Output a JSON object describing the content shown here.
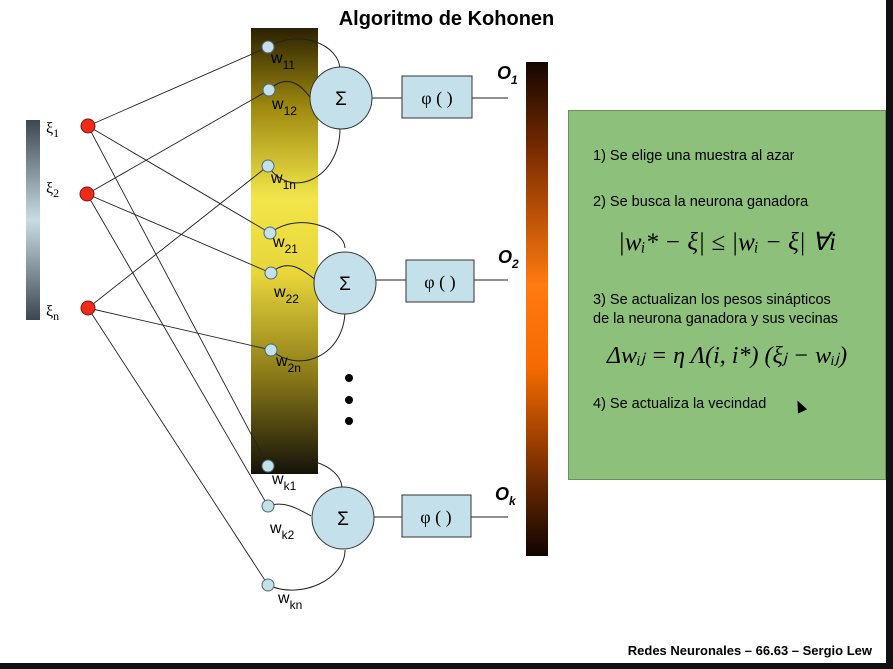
{
  "title": "Algoritmo de Kohonen",
  "footer": "Redes Neuronales – 66.63 – Sergio Lew",
  "inputs": [
    {
      "sym": "ξ",
      "sub": "1"
    },
    {
      "sym": "ξ",
      "sub": "2"
    },
    {
      "sym": "ξ",
      "sub": "n"
    }
  ],
  "weights": [
    {
      "base": "w",
      "sub": "11"
    },
    {
      "base": "w",
      "sub": "12"
    },
    {
      "base": "w",
      "sub": "1n"
    },
    {
      "base": "w",
      "sub": "21"
    },
    {
      "base": "w",
      "sub": "22"
    },
    {
      "base": "w",
      "sub": "2n"
    },
    {
      "base": "w",
      "sub": "k1"
    },
    {
      "base": "w",
      "sub": "k2"
    },
    {
      "base": "w",
      "sub": "kn"
    }
  ],
  "sum_symbol": "Σ",
  "activation": "φ ( )",
  "outputs": [
    {
      "base": "O",
      "sub": "1"
    },
    {
      "base": "O",
      "sub": "2"
    },
    {
      "base": "O",
      "sub": "k"
    }
  ],
  "steps": {
    "s1": "1) Se elige una muestra al azar",
    "s2": "2) Se busca la neurona ganadora",
    "eq1": "|wᵢ* − ξ| ≤ |wᵢ − ξ|   ∀i",
    "s3a": "3) Se actualizan los pesos sinápticos",
    "s3b": "de la neurona ganadora y sus vecinas",
    "eq2": "Δwᵢⱼ = η Λ(i, i*) (ξⱼ − wᵢⱼ)",
    "s4": "4) Se actualiza la vecindad"
  },
  "colors": {
    "input_node": "#ee2a1a",
    "weight_node": "#c4e0ea",
    "sum_node": "#c4e0ea",
    "note_bg": "#8dc07a"
  }
}
